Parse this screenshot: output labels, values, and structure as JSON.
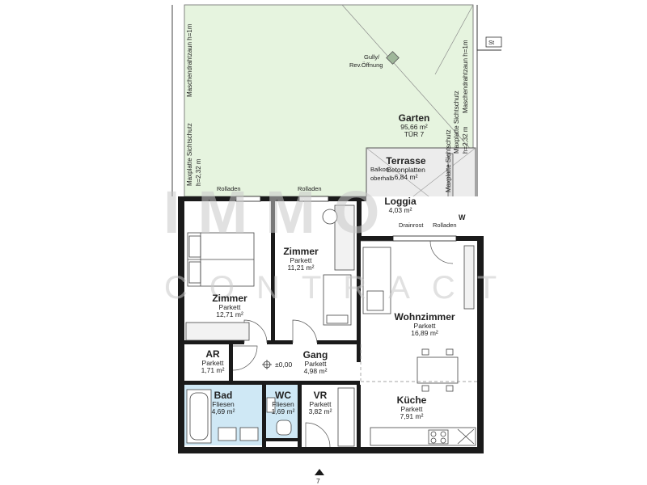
{
  "rooms": {
    "garten": {
      "name": "Garten",
      "area": "95,66 m²",
      "note": "TÜR 7"
    },
    "terrasse": {
      "name": "Terrasse",
      "surface": "Betonplatten",
      "area": "6,84 m²"
    },
    "loggia": {
      "name": "Loggia",
      "area": "4,03 m²"
    },
    "zimmer1": {
      "name": "Zimmer",
      "floor": "Parkett",
      "area": "12,71 m²"
    },
    "zimmer2": {
      "name": "Zimmer",
      "floor": "Parkett",
      "area": "11,21 m²"
    },
    "wohnzimmer": {
      "name": "Wohnzimmer",
      "floor": "Parkett",
      "area": "16,89 m²"
    },
    "ar": {
      "name": "AR",
      "floor": "Parkett",
      "area": "1,71 m²"
    },
    "gang": {
      "name": "Gang",
      "floor": "Parkett",
      "area": "4,98 m²"
    },
    "bad": {
      "name": "Bad",
      "floor": "Fliesen",
      "area": "4,69 m²"
    },
    "wc": {
      "name": "WC",
      "floor": "Fliesen",
      "area": "1,69 m²"
    },
    "vr": {
      "name": "VR",
      "floor": "Parkett",
      "area": "3,82 m²"
    },
    "kueche": {
      "name": "Küche",
      "floor": "Parkett",
      "area": "7,91 m²"
    }
  },
  "annotations": {
    "gully": "Gully/",
    "gully2": "Rev.Öffnung",
    "fence_left": "Maschendrahtzaun h=1m",
    "fence_right": "Maschendrahtzaun h=1m",
    "screen_left": "Maxplatte Sichtschutz",
    "screen_left_h": "h=2,32 m",
    "screen_right": "Maxplatte Sichtschutz",
    "screen_right_h": "h=2,32 m",
    "screen_terrace": "Maxplatte Sichtschutz",
    "balkon1": "Balkon",
    "balkon2": "oberhalb",
    "rolladen1": "Rolladen",
    "rolladen2": "Rolladen",
    "rolladen3": "Rolladen",
    "drainrost": "Drainrost",
    "w_mark": "W",
    "level": "±0,00",
    "stair": "St",
    "entrance_number": "7"
  },
  "watermark": {
    "line1": "IMMO",
    "line2": "CONTRACT"
  },
  "colors": {
    "garden": "#e6f4df",
    "terrace": "#ececec",
    "wet_rooms": "#cfe8f5",
    "wall": "#1a1a1a",
    "paper": "#ffffff"
  }
}
